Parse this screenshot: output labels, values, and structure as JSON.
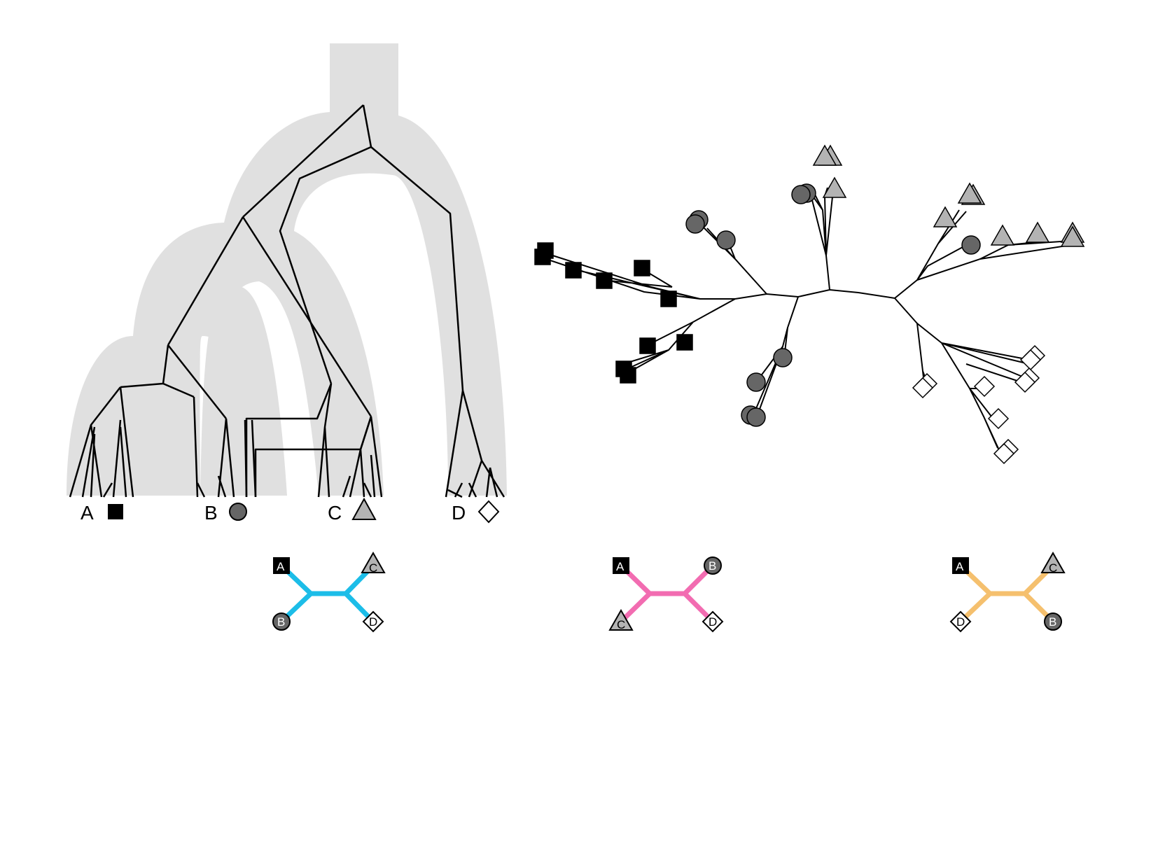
{
  "species_tree": {
    "taxa": [
      {
        "label": "A",
        "marker": "square",
        "fill": "#000000"
      },
      {
        "label": "B",
        "marker": "circle",
        "fill": "#666666"
      },
      {
        "label": "C",
        "marker": "triangle",
        "fill": "#b3b3b3"
      },
      {
        "label": "D",
        "marker": "diamond",
        "fill": "#ffffff"
      }
    ],
    "envelope_color": "#e0e0e0"
  },
  "quartets": [
    {
      "color": "#1cbde8",
      "taxa": [
        "A",
        "B",
        "C",
        "D"
      ]
    },
    {
      "color": "#f26cb1",
      "taxa": [
        "A",
        "C",
        "B",
        "D"
      ]
    },
    {
      "color": "#f5c06e",
      "taxa": [
        "A",
        "D",
        "C",
        "B"
      ]
    }
  ]
}
